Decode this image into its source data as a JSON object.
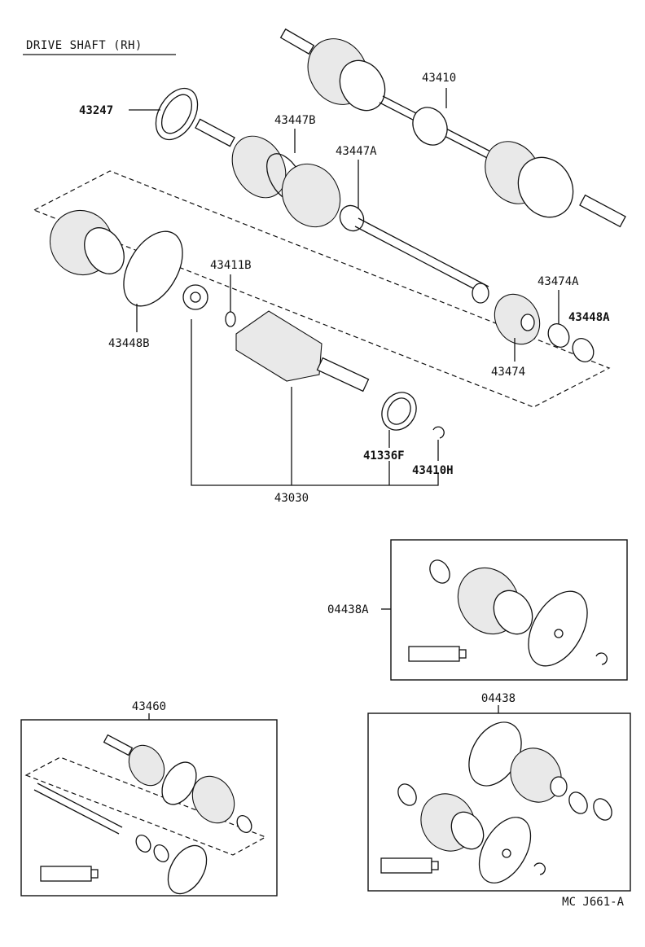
{
  "title": "DRIVE SHAFT (RH)",
  "footer_code": "MC J661-A",
  "labels": {
    "p43247": "43247",
    "p43410": "43410",
    "p43447B": "43447B",
    "p43447A": "43447A",
    "p43411B": "43411B",
    "p43474A": "43474A",
    "p43448A": "43448A",
    "p43448B": "43448B",
    "p43474": "43474",
    "p41336F": "41336F",
    "p43410H": "43410H",
    "p43030": "43030",
    "p04438A": "04438A",
    "p43460": "43460",
    "p04438": "04438"
  }
}
